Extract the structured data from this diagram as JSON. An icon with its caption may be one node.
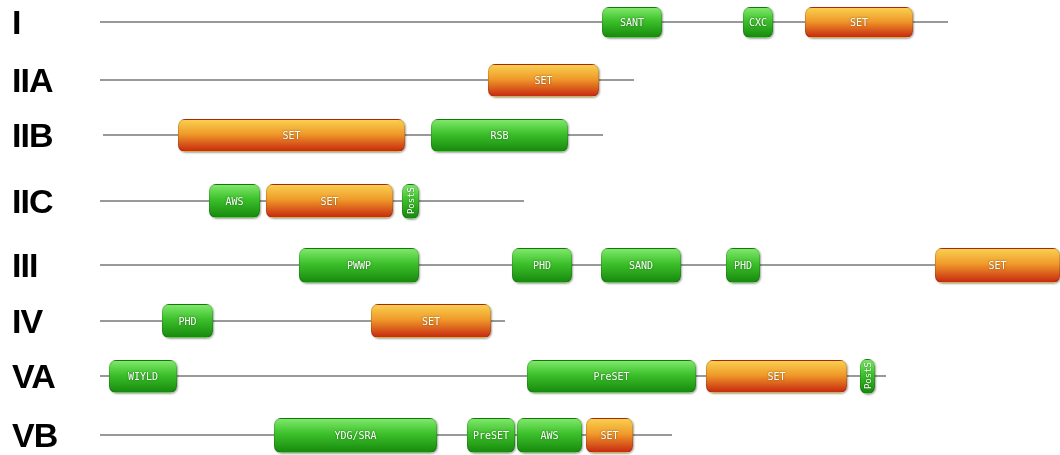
{
  "diagram": {
    "nodes": [
      {
        "text": [
          "SANT"
        ]
      },
      {
        "text": [
          "CXC"
        ]
      },
      {
        "text": [
          "SET"
        ]
      },
      {
        "text": [
          "SET"
        ]
      },
      {
        "text": [
          "SET"
        ]
      },
      {
        "text": [
          "RSB"
        ]
      },
      {
        "text": [
          "AWS"
        ]
      },
      {
        "text": [
          "SET"
        ]
      },
      {
        "text": [
          "PostS"
        ]
      },
      {
        "text": [
          "PWWP"
        ]
      },
      {
        "text": [
          "PHD"
        ]
      },
      {
        "text": [
          "SAND"
        ]
      },
      {
        "text": [
          "PHD"
        ]
      },
      {
        "text": [
          "SET"
        ]
      },
      {
        "text": [
          "PHD"
        ]
      },
      {
        "text": [
          "SET"
        ]
      },
      {
        "text": [
          "WIYLD"
        ]
      },
      {
        "text": [
          "PreSET"
        ]
      },
      {
        "text": [
          "SET"
        ]
      },
      {
        "text": [
          "PostS"
        ]
      },
      {
        "text": [
          "YDG/SRA"
        ]
      },
      {
        "text": [
          "PreSET"
        ]
      },
      {
        "text": [
          "AWS"
        ]
      },
      {
        "text": [
          "SET"
        ]
      }
    ],
    "labels": [
      "I",
      "IIA",
      "IIB",
      "IIC",
      "III",
      "IV",
      "VA",
      "VB"
    ]
  }
}
